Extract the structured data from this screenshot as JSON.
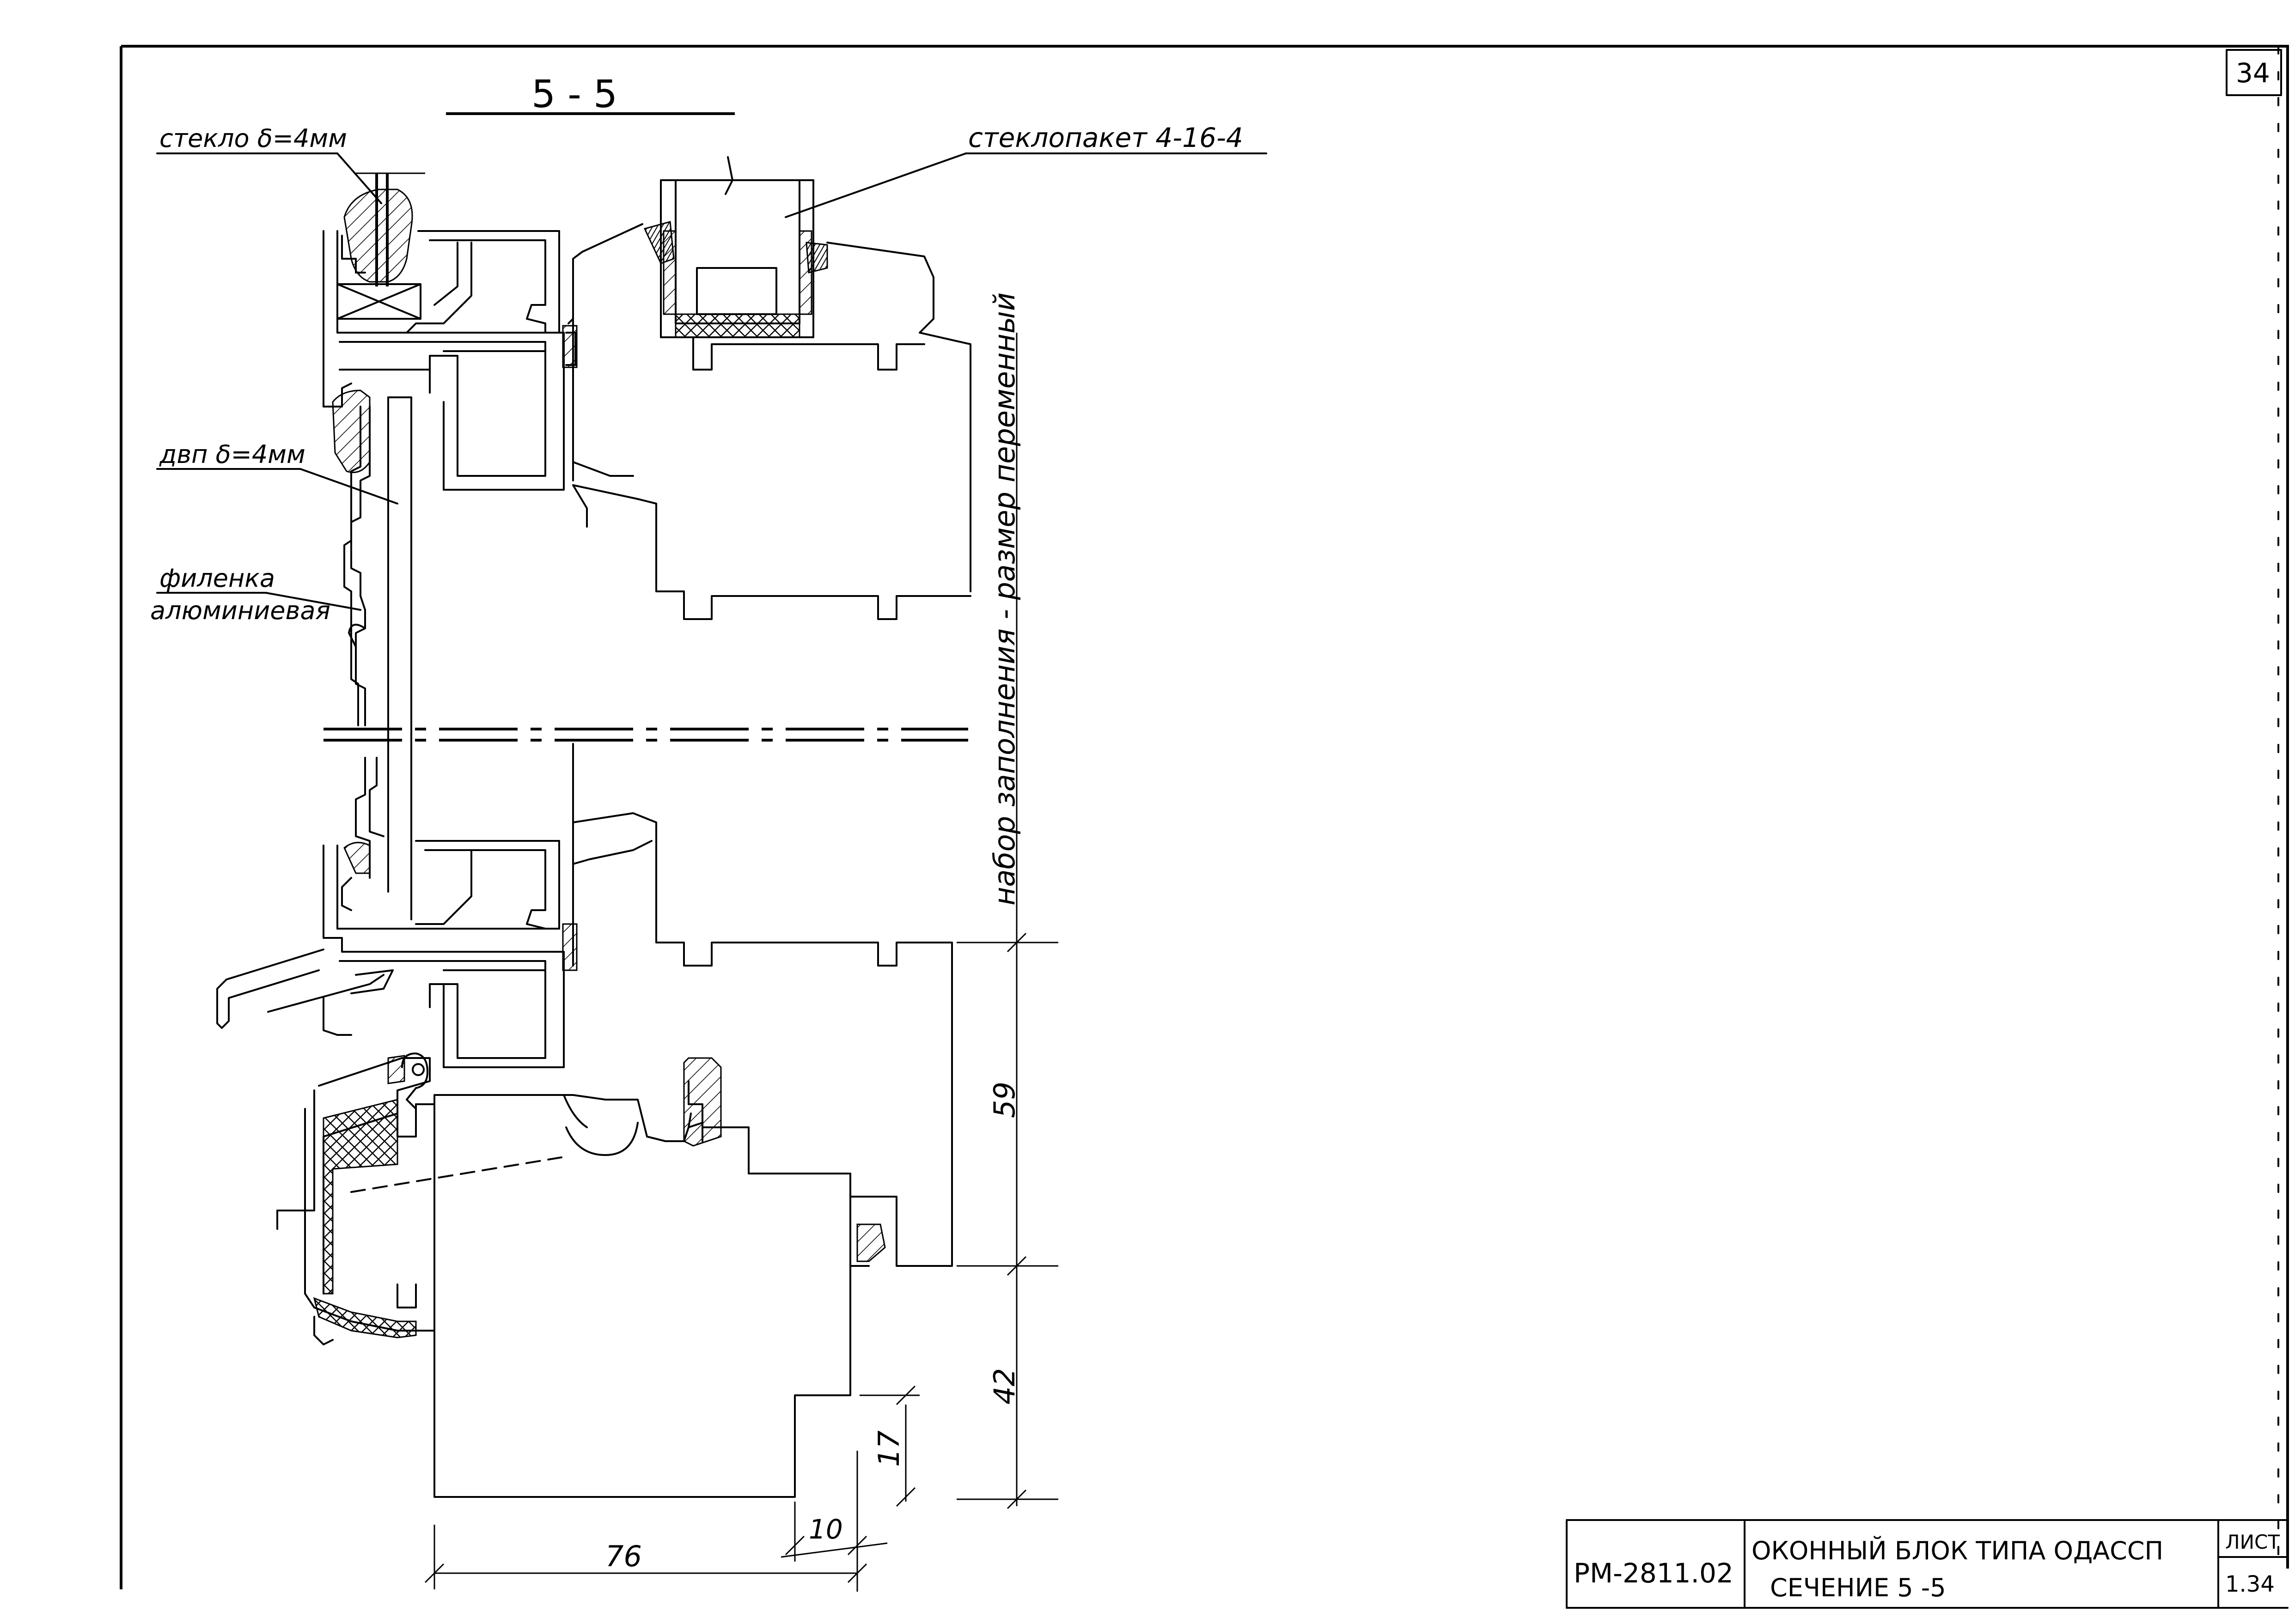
{
  "sheet_corner_number": "34",
  "section_title": "5 - 5",
  "labels": {
    "glass": "стекло δ=4мм",
    "double_glazing": "стеклопакет 4-16-4",
    "dvp": "двп δ=4мм",
    "panel_line1": "филенка",
    "panel_line2": "алюминиевая",
    "vertical_note": "набор заполнения - размер переменный"
  },
  "dimensions": {
    "d59": "59",
    "d42": "42",
    "d17": "17",
    "d10": "10",
    "d76": "76"
  },
  "title_block": {
    "code": "РМ-2811.02",
    "title_line1": "ОКОННЫЙ БЛОК ТИПА ОДАССП",
    "title_line2": "СЕЧЕНИЕ 5 -5",
    "sheet_label": "ЛИСТ",
    "sheet_number": "1.34"
  }
}
